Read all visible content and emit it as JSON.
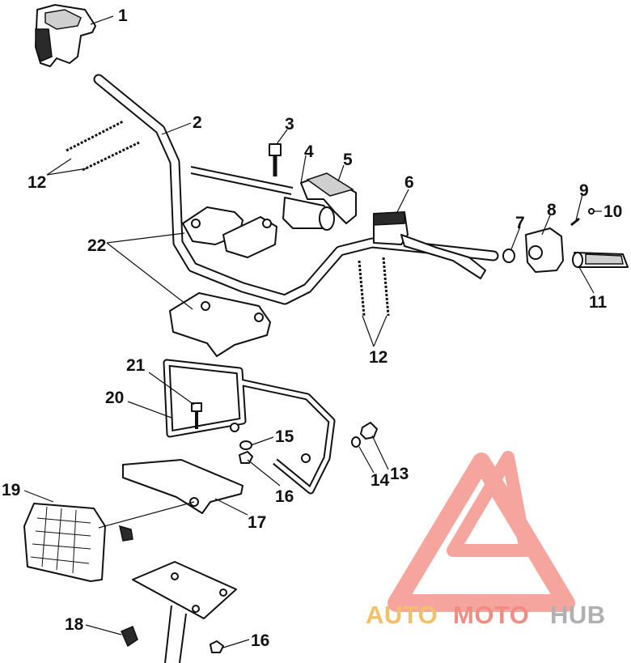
{
  "diagram": {
    "callouts": {
      "c1": "1",
      "c2": "2",
      "c3": "3",
      "c4": "4",
      "c5": "5",
      "c6": "6",
      "c7": "7",
      "c8": "8",
      "c9": "9",
      "c10": "10",
      "c11": "11",
      "c12a": "12",
      "c12b": "12",
      "c13": "13",
      "c14": "14",
      "c15": "15",
      "c16a": "16",
      "c16b": "16",
      "c17": "17",
      "c18": "18",
      "c19": "19",
      "c20": "20",
      "c21": "21",
      "c22": "22"
    }
  },
  "watermark": {
    "word_auto": "AUTO",
    "word_moto": "MOTO",
    "word_hub": "HUB",
    "colors": {
      "auto": "#f3c06a",
      "moto": "#f28b82",
      "hub": "#b9b9b9",
      "triangle": "#f05a4f"
    }
  }
}
